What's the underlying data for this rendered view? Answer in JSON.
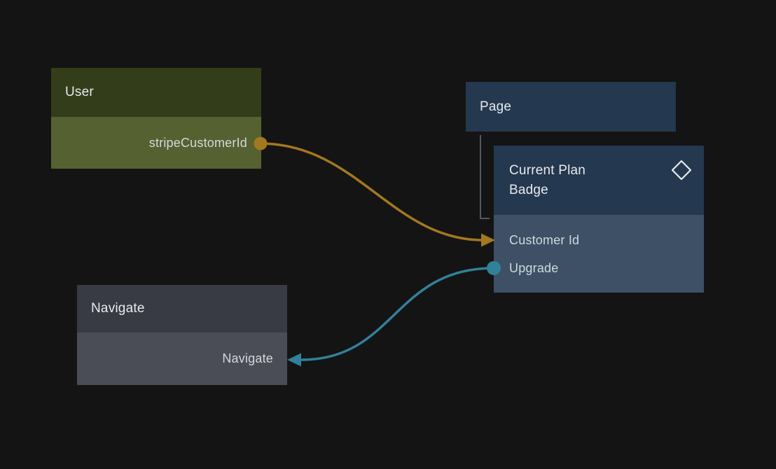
{
  "colors": {
    "canvas_bg": "#141414",
    "user_header_bg": "#333d1a",
    "user_body_bg": "#556130",
    "page_header_bg": "#24384f",
    "badge_header_bg": "#24384f",
    "badge_body_bg": "#3d5066",
    "navigate_header_bg": "#383b43",
    "navigate_body_bg": "#4a4d55",
    "title_text": "#e8eaed",
    "row_text": "#d3d8dc",
    "wire_orange": "#a3781f",
    "wire_teal": "#31819a",
    "hierarchy_line": "#54585e",
    "icon_outline": "#e8eaed"
  },
  "nodes": {
    "user": {
      "title": "User",
      "output_label": "stripeCustomerId"
    },
    "page": {
      "title": "Page"
    },
    "current_plan_badge": {
      "title": "Current Plan Badge",
      "icon": "diamond-icon",
      "inputs": [
        "Customer Id",
        "Upgrade"
      ]
    },
    "navigate": {
      "title": "Navigate",
      "input_label": "Navigate"
    }
  },
  "hierarchy": [
    {
      "parent": "Page",
      "child": "Current Plan Badge"
    }
  ],
  "connections": [
    {
      "from": "User / stripeCustomerId",
      "to": "Current Plan Badge / Customer Id",
      "color": "#a3781f"
    },
    {
      "from": "Current Plan Badge / Upgrade",
      "to": "Navigate / Navigate",
      "color": "#31819a"
    }
  ]
}
